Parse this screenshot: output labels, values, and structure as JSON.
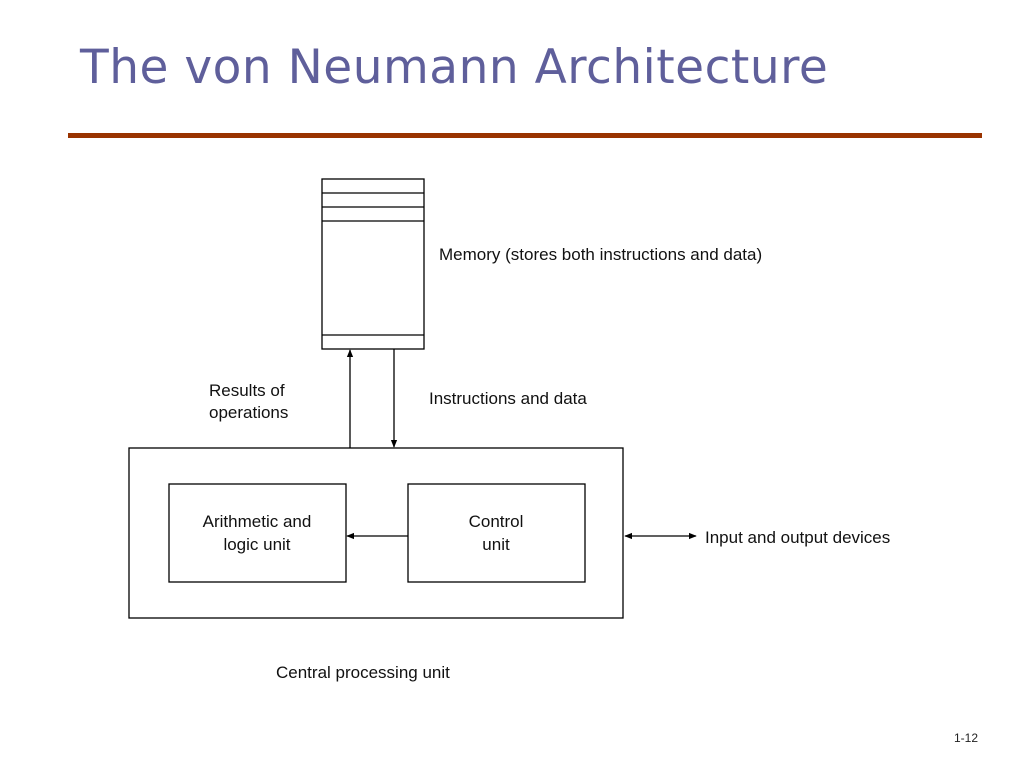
{
  "slide": {
    "title": "The von Neumann Architecture",
    "page_number": "1-12",
    "colors": {
      "title": "#5f5f9b",
      "rule": "#993300",
      "lines": "#000000"
    }
  },
  "diagram": {
    "memory_label": "Memory (stores both instructions and data)",
    "results_label_line1": "Results of",
    "results_label_line2": "operations",
    "instructions_label": "Instructions and data",
    "alu_label_line1": "Arithmetic and",
    "alu_label_line2": "logic unit",
    "control_label_line1": "Control",
    "control_label_line2": "unit",
    "io_label": "Input and output devices",
    "cpu_label": "Central processing unit"
  }
}
